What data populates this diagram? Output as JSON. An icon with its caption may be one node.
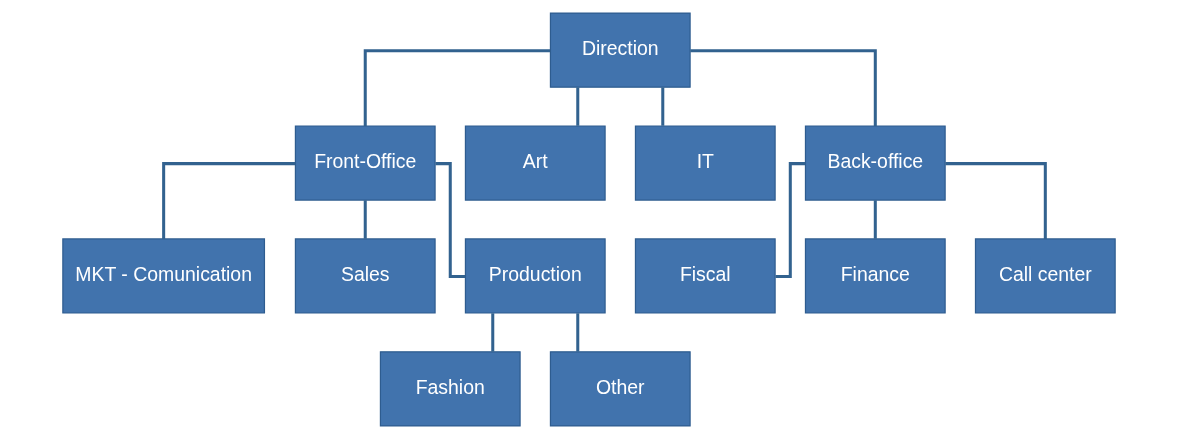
{
  "diagram": {
    "nodes": [
      {
        "text": [
          "Direction"
        ]
      },
      {
        "text": [
          "Front-Office"
        ]
      },
      {
        "text": [
          "Art"
        ]
      },
      {
        "text": [
          "IT"
        ]
      },
      {
        "text": [
          "Back-office"
        ]
      },
      {
        "text": [
          "MKT - Comunication"
        ]
      },
      {
        "text": [
          "Sales"
        ]
      },
      {
        "text": [
          "Production"
        ]
      },
      {
        "text": [
          "Fiscal"
        ]
      },
      {
        "text": [
          "Finance"
        ]
      },
      {
        "text": [
          "Call center"
        ]
      },
      {
        "text": [
          "Fashion"
        ]
      },
      {
        "text": [
          "Other"
        ]
      }
    ],
    "edges": [
      {
        "from": 0,
        "to": 1,
        "arrow": "none"
      },
      {
        "from": 0,
        "to": 2,
        "arrow": "none"
      },
      {
        "from": 0,
        "to": 3,
        "arrow": "none"
      },
      {
        "from": 0,
        "to": 4,
        "arrow": "none"
      },
      {
        "from": 1,
        "to": 5,
        "arrow": "none"
      },
      {
        "from": 1,
        "to": 6,
        "arrow": "none"
      },
      {
        "from": 1,
        "to": 7,
        "arrow": "none"
      },
      {
        "from": 4,
        "to": 8,
        "arrow": "none"
      },
      {
        "from": 4,
        "to": 9,
        "arrow": "none"
      },
      {
        "from": 4,
        "to": 10,
        "arrow": "none"
      },
      {
        "from": 7,
        "to": 11,
        "arrow": "none"
      },
      {
        "from": 7,
        "to": 12,
        "arrow": "none"
      }
    ]
  }
}
